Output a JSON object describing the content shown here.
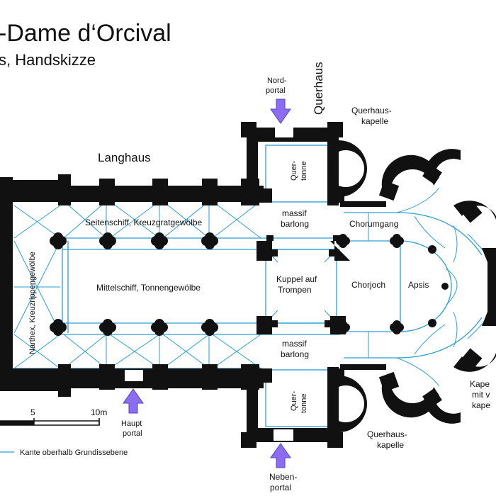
{
  "title": "-Dame d‘Orcival",
  "subtitle": "s, Handskizze",
  "labels": {
    "langhaus": "Langhaus",
    "querhaus": "Querhaus",
    "querhauskapelle_top": [
      "Querhaus-",
      "kapelle"
    ],
    "querhauskapelle_bottom": [
      "Querhaus-",
      "kapelle"
    ],
    "nordportal": [
      "Nord-",
      "portal"
    ],
    "hauptportal": [
      "Haupt",
      "portal"
    ],
    "nebenportal": [
      "Neben-",
      "portal"
    ],
    "quertonne_top": [
      "Quer-",
      "tonne"
    ],
    "quertonne_bottom": [
      "Quer-",
      "tonne"
    ],
    "massif_top": [
      "massif",
      "barlong"
    ],
    "massif_bottom": [
      "massif",
      "barlong"
    ],
    "kuppel": [
      "Kuppel auf",
      "Trompen"
    ],
    "seitenschiff": "Seitenschiff, Kreuzgratgewölbe",
    "mittelschiff": "Mittelschiff, Tonnengewölbe",
    "narthex": "Narthex, Kreuzrippengewölbe",
    "chorumgang": "Chorumgang",
    "chorjoch": "Chorjoch",
    "apsis": "Apsis",
    "kapelle_cut": [
      "Kape",
      "mit v",
      "kape"
    ]
  },
  "scale": {
    "tick_5": "5",
    "tick_10": "10m"
  },
  "legend": {
    "rib_line": "Kante oberhalb Grundissebene"
  },
  "colors": {
    "walls": "#111111",
    "ribs": "#2a9fd6",
    "arrows": "#8a6df0"
  }
}
